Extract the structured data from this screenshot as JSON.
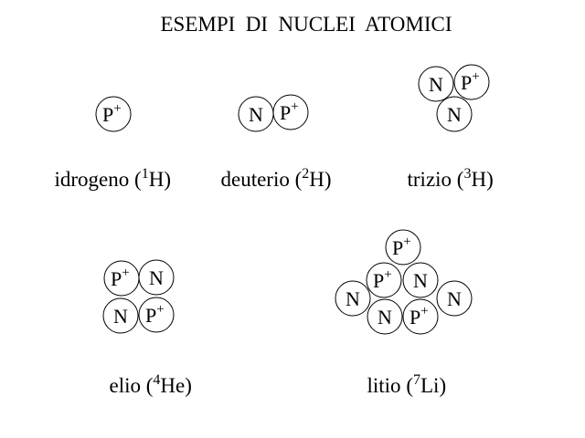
{
  "title": "ESEMPI  DI  NUCLEI  ATOMICI",
  "labels": {
    "proton": "P",
    "proton_charge": "+",
    "neutron": "N"
  },
  "colors": {
    "ink": "#000000",
    "background": "#ffffff"
  },
  "nuclei": [
    {
      "id": "hydrogen",
      "name": "idrogeno",
      "mass_number": "1",
      "symbol": "H",
      "protons": 1,
      "neutrons": 0
    },
    {
      "id": "deuterium",
      "name": "deuterio",
      "mass_number": "2",
      "symbol": "H",
      "protons": 1,
      "neutrons": 1
    },
    {
      "id": "tritium",
      "name": "trizio",
      "mass_number": "3",
      "symbol": "H",
      "protons": 1,
      "neutrons": 2
    },
    {
      "id": "helium",
      "name": "elio",
      "mass_number": "4",
      "symbol": "He",
      "protons": 2,
      "neutrons": 2
    },
    {
      "id": "lithium",
      "name": "litio",
      "mass_number": "7",
      "symbol": "Li",
      "protons": 3,
      "neutrons": 4
    }
  ]
}
